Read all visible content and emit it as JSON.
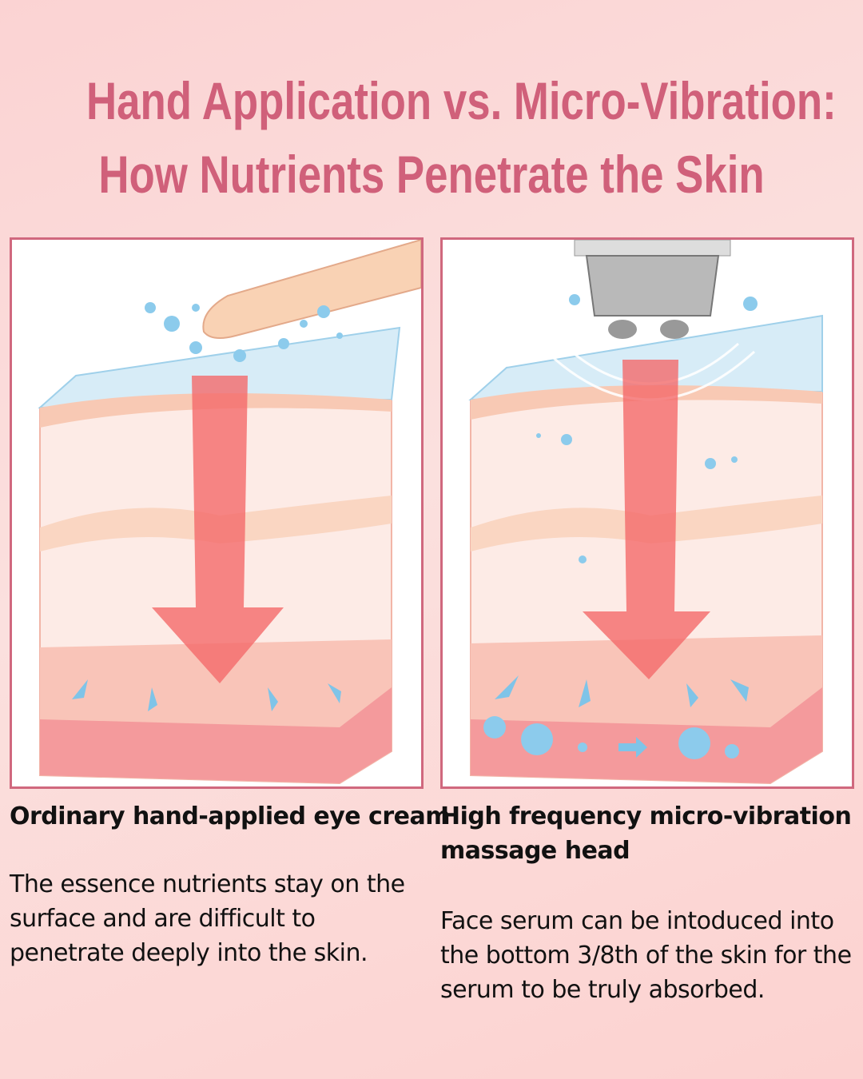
{
  "title": {
    "line1": "Hand Application vs. Micro-Vibration:",
    "line2": "How Nutrients Penetrate the Skin"
  },
  "left": {
    "caption": "Ordinary hand-applied eye cream",
    "description": "The essence nutrients stay on the surface and are difficult to penetrate deeply into the skin."
  },
  "right": {
    "caption": "High frequency micro-vibration massage head",
    "description": "Face serum can be intoduced into the bottom 3/8th of the skin for the serum to be truly absorbed."
  },
  "colors": {
    "title": "#d0607a",
    "border": "#d0687e",
    "arrow": "#f46a6a",
    "droplet": "#7fc4e8"
  }
}
